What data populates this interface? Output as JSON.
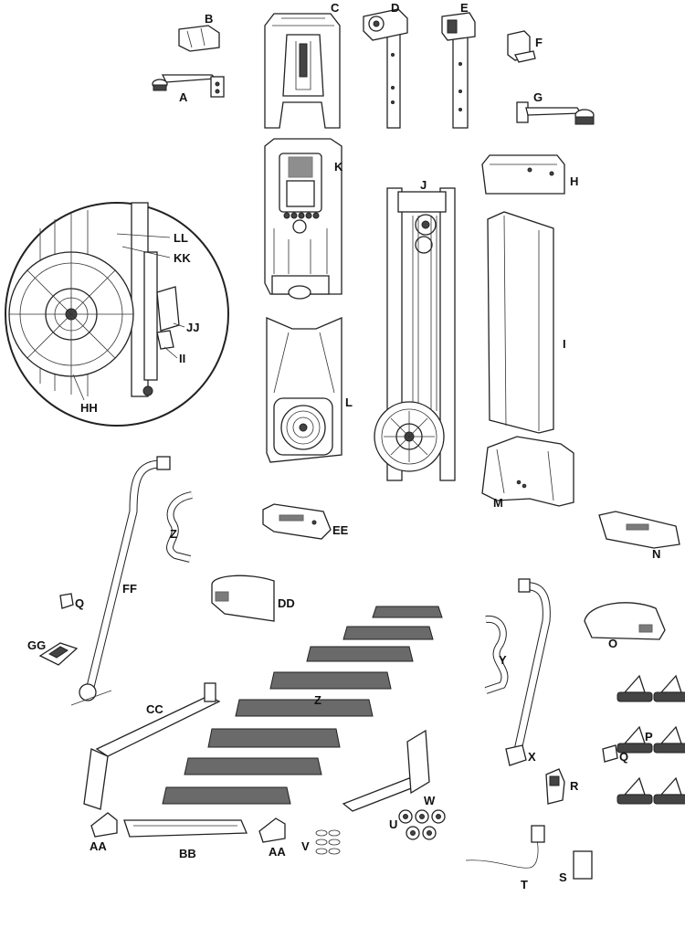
{
  "parts": {
    "A": "A",
    "B": "B",
    "C": "C",
    "D": "D",
    "E": "E",
    "F": "F",
    "G": "G",
    "H": "H",
    "I": "I",
    "J": "J",
    "K": "K",
    "L": "L",
    "M": "M",
    "N": "N",
    "O": "O",
    "P": "P",
    "Q1": "Q",
    "Q2": "Q",
    "R": "R",
    "S": "S",
    "T": "T",
    "U": "U",
    "V": "V",
    "W": "W",
    "X": "X",
    "Y": "Y",
    "Z1": "Z",
    "Z2": "Z",
    "AA1": "AA",
    "AA2": "AA",
    "BB": "BB",
    "CC": "CC",
    "DD": "DD",
    "EE": "EE",
    "FF": "FF",
    "GG": "GG",
    "HH": "HH",
    "II": "II",
    "JJ": "JJ",
    "KK": "KK",
    "LL": "LL"
  },
  "colors": {
    "line": "#222222",
    "fill": "#ffffff",
    "shade": "#6a6a6a"
  }
}
